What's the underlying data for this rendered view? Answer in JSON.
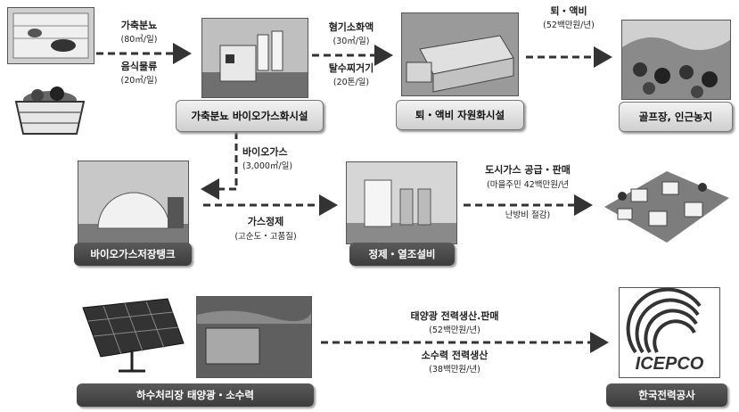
{
  "nodes": {
    "livestock_facility": "가축분뇨 바이오가스화시설",
    "compost_facility": "퇴・액비 자원화시설",
    "golf_farm": "골프장, 인근농지",
    "biogas_tank": "바이오가스저장탱크",
    "refining": "정제・열조설비",
    "sewage_solar": "하수처리장 태양광・소수력",
    "kepco": "한국전력공사"
  },
  "edges": {
    "livestock_waste": {
      "label": "가축분뇨",
      "sub": "(80㎥/일)"
    },
    "food_waste": {
      "label": "음식물류",
      "sub": "(20㎥/일)"
    },
    "digestate": {
      "label": "혐기소화액",
      "sub": "(30㎥/일)"
    },
    "dewatered_cake": {
      "label": "탈수찌거기",
      "sub": "(20톤/일)"
    },
    "compost_out": {
      "label": "퇴・액비",
      "sub": "(52백만원/년)"
    },
    "biogas": {
      "label": "바이오가스",
      "sub": "(3,000㎥/일)"
    },
    "gas_refine": {
      "label": "가스정제",
      "sub": "(고순도・고품질)"
    },
    "city_gas": {
      "label": "도시가스 공급・판매",
      "sub": "(마을주민 42백만원/년",
      "sub2": "난방비 절감)"
    },
    "solar": {
      "label": "태양광 전력생산.판매",
      "sub": "(52백만원/년)"
    },
    "hydro": {
      "label": "소수력 전력생산",
      "sub": "(38백만원/년)"
    }
  },
  "logo": {
    "text": "ICEPCO"
  },
  "colors": {
    "label_bg": "#464646",
    "arrow": "#333333"
  }
}
